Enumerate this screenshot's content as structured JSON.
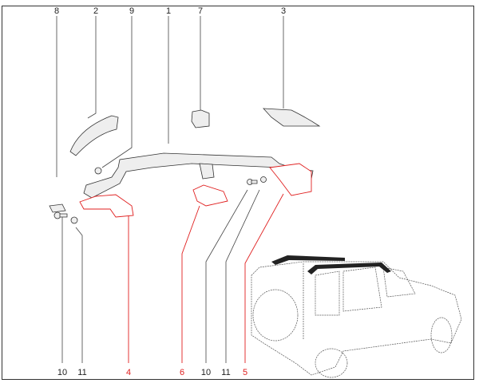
{
  "top_labels": [
    "8",
    "2",
    "9",
    "1",
    "7",
    "3"
  ],
  "bottom_labels": [
    "10",
    "11",
    "4",
    "6",
    "10",
    "11",
    "5"
  ],
  "colors": {
    "highlight": "#e02020",
    "line": "#333333"
  }
}
